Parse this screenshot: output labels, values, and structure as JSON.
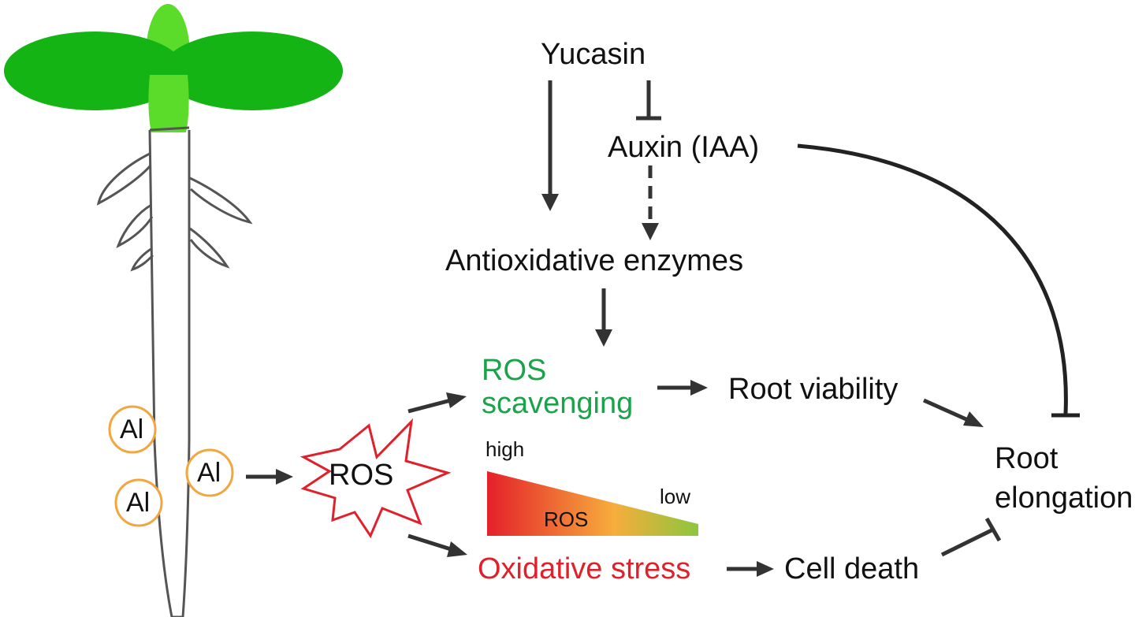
{
  "labels": {
    "yucasin": "Yucasin",
    "auxin": "Auxin (IAA)",
    "antioxidative": "Antioxidative enzymes",
    "ros_scavenging_line1": "ROS",
    "ros_scavenging_line2": "scavenging",
    "root_viability": "Root viability",
    "root_elongation_line1": "Root",
    "root_elongation_line2": "elongation",
    "ros_burst": "ROS",
    "gradient_high": "high",
    "gradient_low": "low",
    "gradient_center": "ROS",
    "oxidative_stress": "Oxidative stress",
    "cell_death": "Cell death",
    "al_1": "Al",
    "al_2": "Al",
    "al_3": "Al"
  },
  "colors": {
    "scavenging_green": "#1aa34a",
    "stress_red": "#e0202a",
    "leaf_dark": "#13b413",
    "leaf_light": "#5cdc2a",
    "al_ring": "#f2a640",
    "burst_outline": "#e0202a",
    "gradient_start": "#e4202a",
    "gradient_mid": "#f7ad3c",
    "gradient_end": "#8cc63f"
  }
}
